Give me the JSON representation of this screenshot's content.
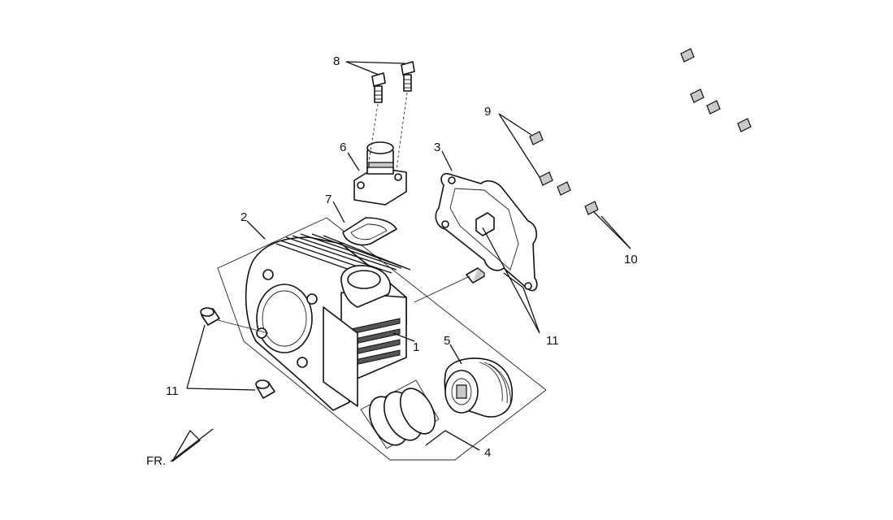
{
  "callouts": {
    "c1": "1",
    "c2": "2",
    "c3": "3",
    "c4": "4",
    "c5": "5",
    "c6": "6",
    "c7": "7",
    "c8": "8",
    "c9": "9",
    "c10": "10",
    "c11_right": "11",
    "c11_left": "11",
    "fr": "FR."
  }
}
